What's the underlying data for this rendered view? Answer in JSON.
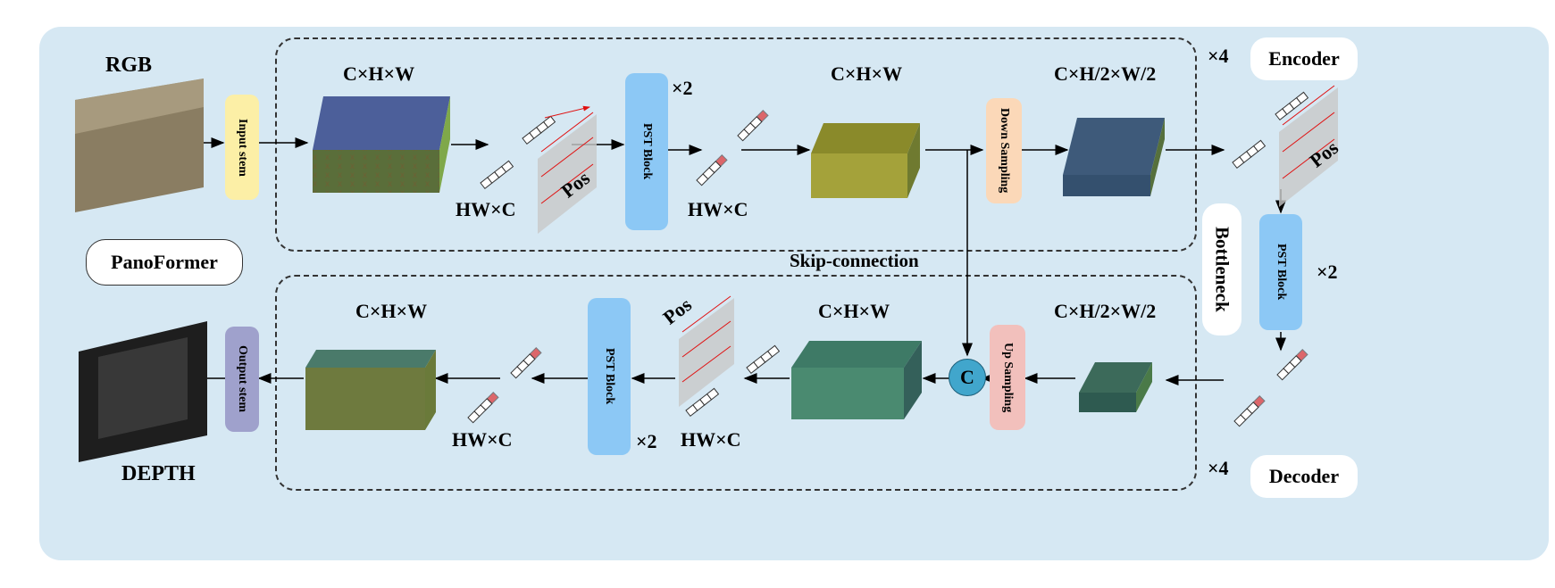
{
  "labels": {
    "rgb": "RGB",
    "depth": "DEPTH",
    "panoformer": "PanoFormer",
    "encoder": "Encoder",
    "decoder": "Decoder",
    "bottleneck": "Bottleneck",
    "skip": "Skip-connection",
    "times4_enc": "×4",
    "times4_dec": "×4",
    "times2_enc": "×2",
    "times2_dec": "×2",
    "times2_bottle": "×2",
    "chw_enc1": "C×H×W",
    "chw_enc2": "C×H×W",
    "chw_half_enc": "C×H/2×W/2",
    "chw_dec1": "C×H×W",
    "chw_dec2": "C×H×W",
    "chw_half_dec": "C×H/2×W/2",
    "hwc_enc1": "HW×C",
    "hwc_enc2": "HW×C",
    "hwc_dec1": "HW×C",
    "hwc_dec2": "HW×C",
    "pos_enc1": "Pos",
    "pos_enc2": "Pos",
    "pos_dec": "Pos",
    "concat": "C"
  },
  "blocks": {
    "input_stem": "Input stem",
    "output_stem": "Output stem",
    "pst_enc": "PST Block",
    "pst_bottle": "PST Block",
    "pst_dec": "PST Block",
    "down_sampling": "Down Sampling",
    "up_sampling": "Up Sampling"
  },
  "colors": {
    "panel": "#d6e8f3",
    "input_stem": "#fcefa6",
    "output_stem": "#9fa1cc",
    "pst_block": "#8cc8f5",
    "down_sampling": "#fbd8b8",
    "up_sampling": "#f2c0bc",
    "concat": "#41a6cc",
    "token_arrow": "#e01010"
  }
}
